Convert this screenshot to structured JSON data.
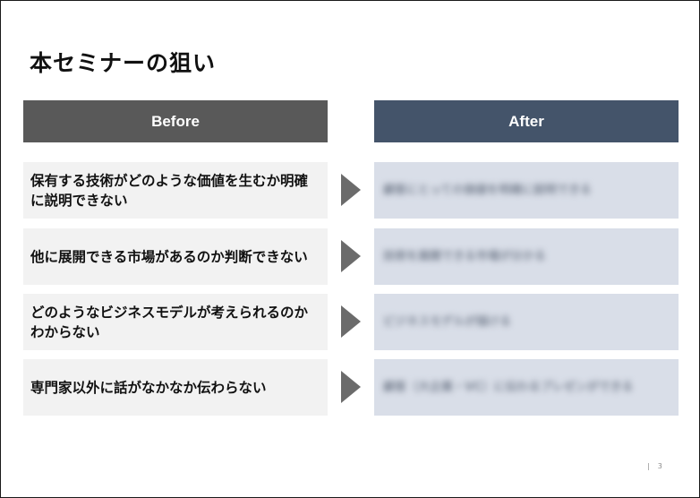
{
  "title": "本セミナーの狙い",
  "headers": {
    "before": "Before",
    "after": "After"
  },
  "rows": [
    {
      "before": "保有する技術がどのような価値を生むか明確に説明できない",
      "after": "顧客にとっての価値を明確に説明できる"
    },
    {
      "before": "他に展開できる市場があるのか判断できない",
      "after": "技術を展開できる市場が分かる"
    },
    {
      "before": "どのようなビジネスモデルが考えられるのかわからない",
      "after": "ビジネスモデルが描ける"
    },
    {
      "before": "専門家以外に話がなかなか伝わらない",
      "after": "顧客（大企業・VC）に伝わるプレゼンができる"
    }
  ],
  "page": {
    "separator": "|",
    "number": "3"
  },
  "colors": {
    "before_header": "#595959",
    "after_header": "#44546a",
    "before_cell": "#f2f2f2",
    "after_cell": "#d9dee8",
    "arrow": "#6b6b6b"
  },
  "icons": {
    "row_arrow": "triangle-right-icon"
  }
}
